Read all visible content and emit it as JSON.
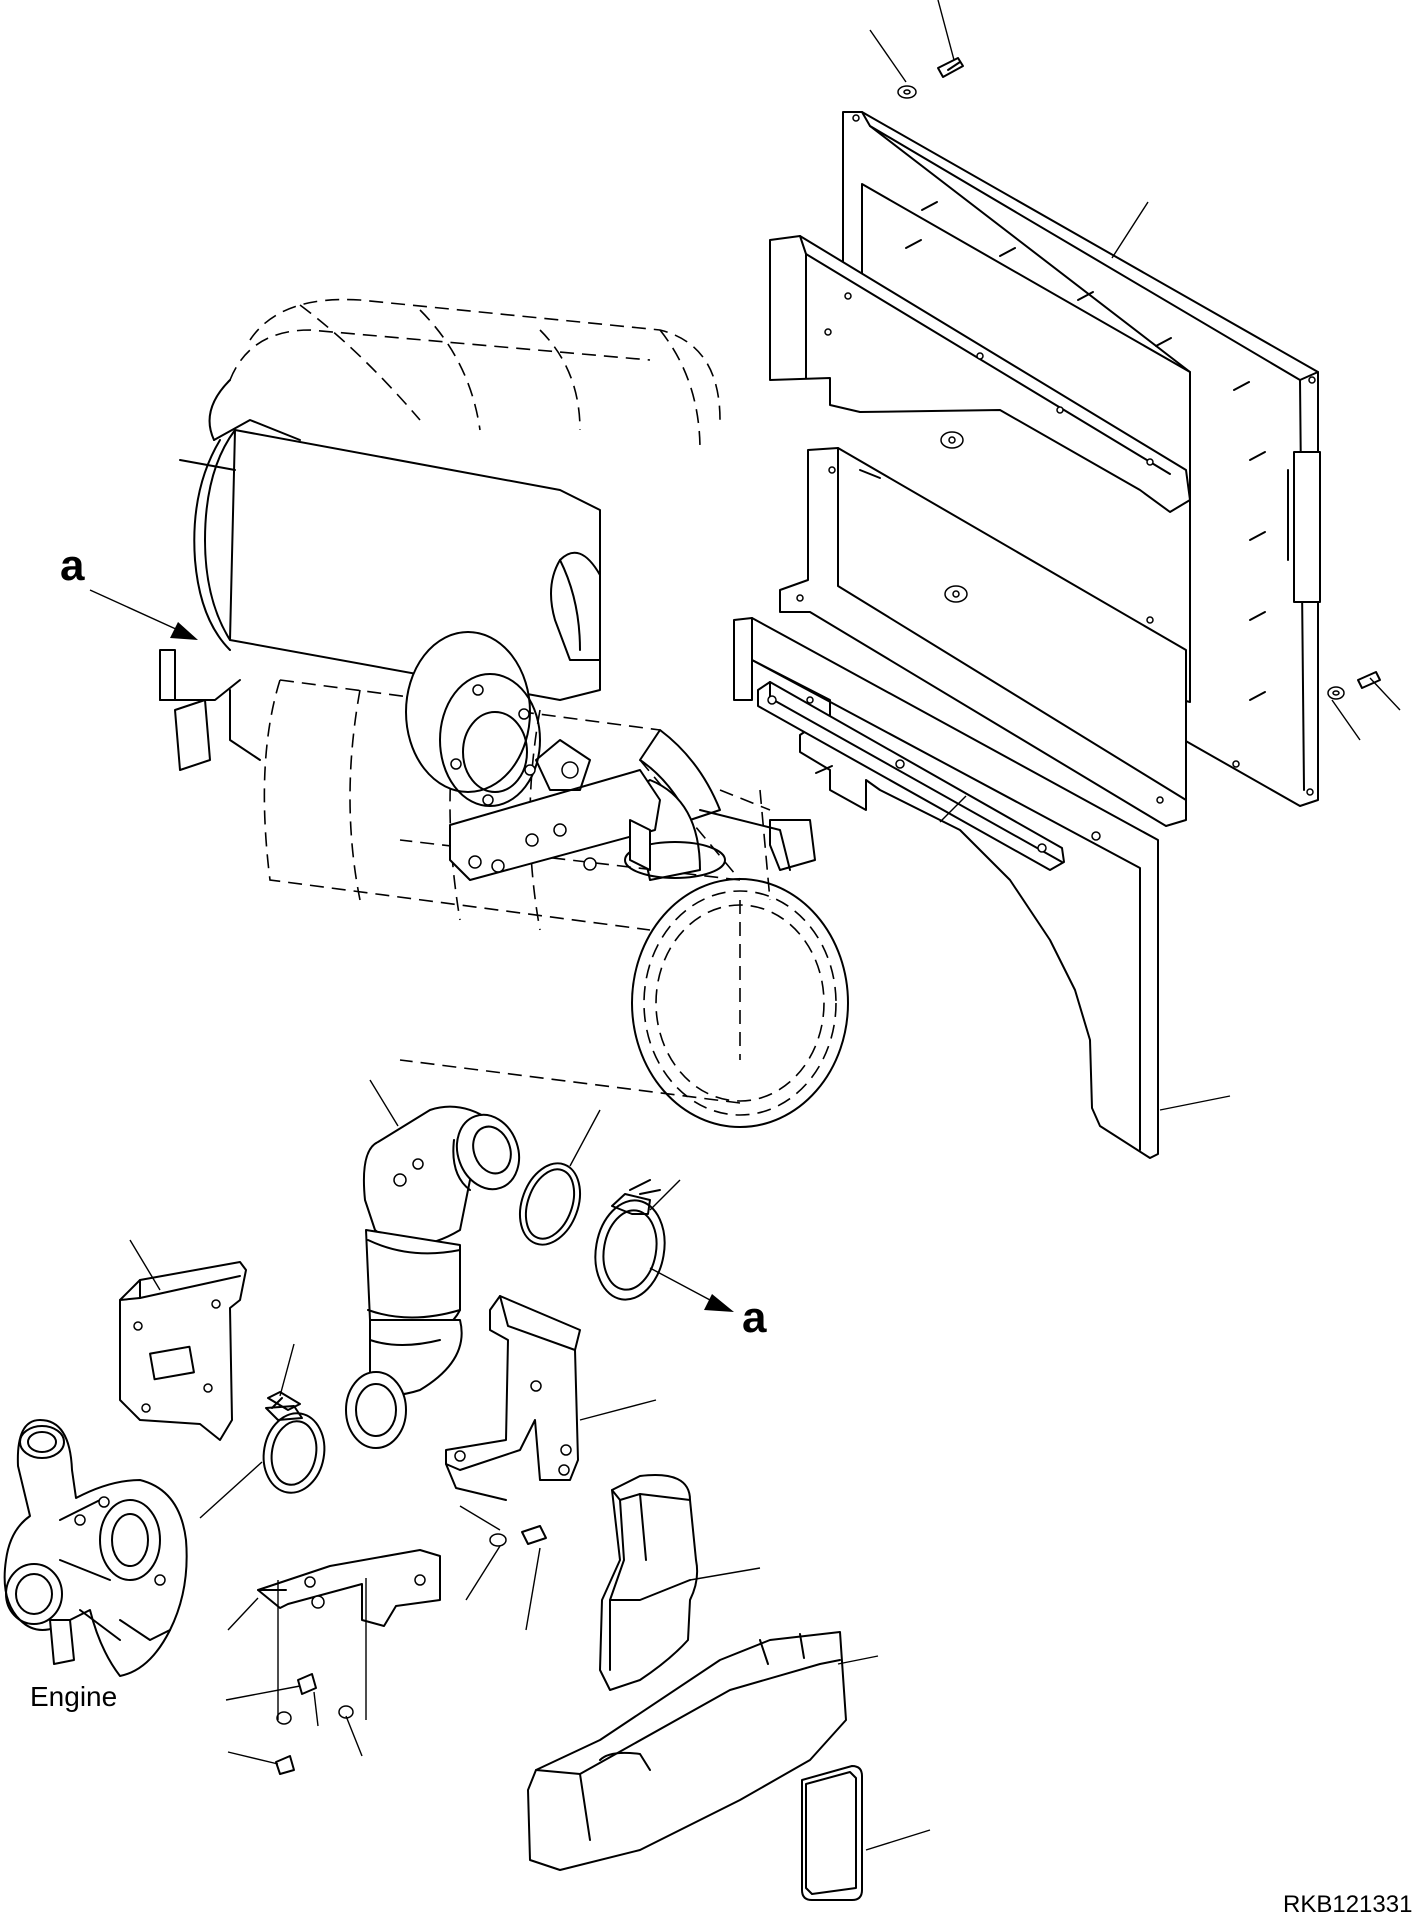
{
  "view_labels": {
    "view_a_top": "a",
    "view_a_bottom": "a"
  },
  "component_labels": {
    "engine": "Engine"
  },
  "drawing_number": "RKB121331"
}
